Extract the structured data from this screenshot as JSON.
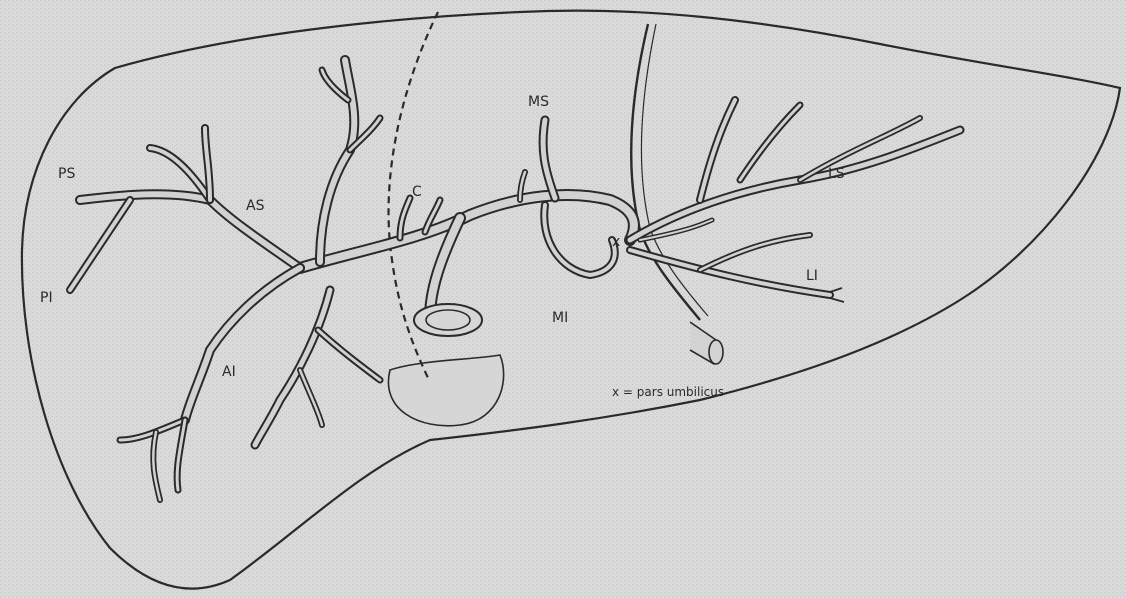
{
  "diagram": {
    "labels": {
      "ps": "PS",
      "pi": "PI",
      "as": "AS",
      "ai": "AI",
      "c": "C",
      "ms": "MS",
      "mi": "MI",
      "ls": "LS",
      "li": "LI",
      "x": "x"
    },
    "caption": "x = pars umbilicus"
  },
  "colors": {
    "background": "#d9d9d9",
    "line": "#2a2a2a",
    "vessel_fill": "#d2d2d2"
  }
}
